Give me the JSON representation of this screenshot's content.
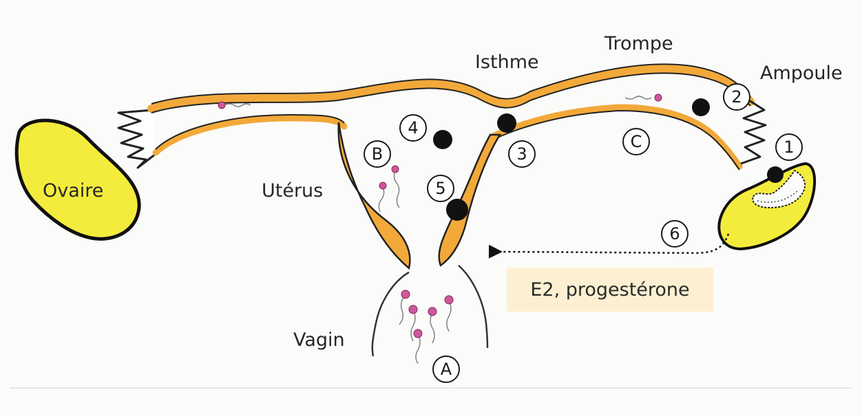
{
  "labels": {
    "ovaire": "Ovaire",
    "uterus": "Utérus",
    "vagin": "Vagin",
    "isthme": "Isthme",
    "trompe": "Trompe",
    "ampoule": "Ampoule"
  },
  "markers": {
    "m1": "1",
    "m2": "2",
    "m3": "3",
    "m4": "4",
    "m5": "5",
    "m6": "6",
    "mA": "A",
    "mB": "B",
    "mC": "C"
  },
  "hormones": "E2, progestérone",
  "colors": {
    "ovary_fill": "#f4ec3c",
    "tube_wall": "#f2a93a",
    "outline": "#111111",
    "sperm_head": "#d1579c",
    "hormone_box": "#fdf0d2"
  }
}
